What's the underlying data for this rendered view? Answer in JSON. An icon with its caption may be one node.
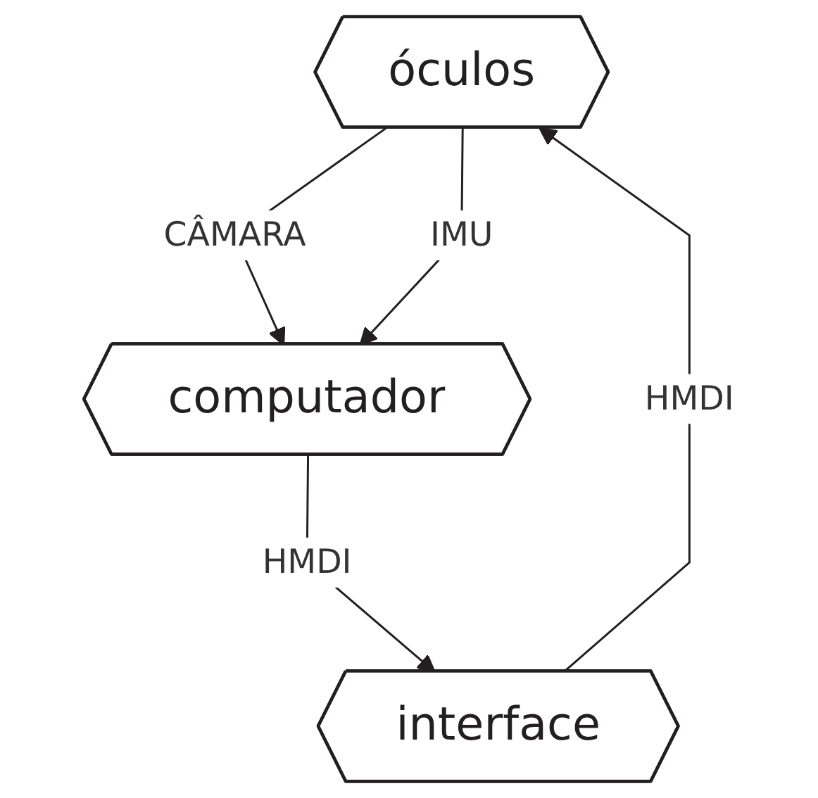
{
  "diagram": {
    "nodes": [
      {
        "text": [
          "óculos"
        ]
      },
      {
        "text": [
          "computador"
        ]
      },
      {
        "text": [
          "interface"
        ]
      }
    ],
    "edges": [
      {
        "from": 0,
        "to": 1,
        "arrow": "to",
        "label": "CÂMARA"
      },
      {
        "from": 0,
        "to": 1,
        "arrow": "to",
        "label": "IMU"
      },
      {
        "from": 2,
        "to": 0,
        "arrow": "to",
        "label": "HMDI"
      },
      {
        "from": 1,
        "to": 2,
        "arrow": "to",
        "label": "HMDI"
      }
    ]
  }
}
